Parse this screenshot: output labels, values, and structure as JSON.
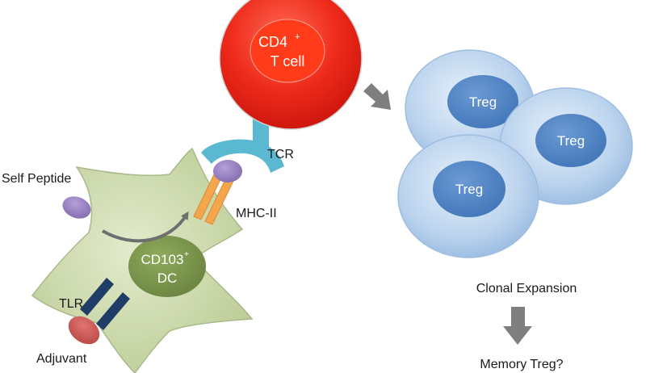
{
  "labels": {
    "cd4_main": "CD4",
    "cd4_sup": "+",
    "cd4_line2": "T cell",
    "tcr": "TCR",
    "self_peptide": "Self Peptide",
    "mhc": "MHC-II",
    "dc_main": "CD103",
    "dc_sup": "+",
    "dc_line2": "DC",
    "tlr": "TLR",
    "adjuvant": "Adjuvant",
    "treg_1": "Treg",
    "treg_2": "Treg",
    "treg_3": "Treg",
    "clonal_expansion": "Clonal Expansion",
    "memory_treg": "Memory Treg?"
  },
  "colors": {
    "tcell": "#e8261a",
    "tcell_nucleus": "#ff3b1a",
    "treg": "#b8d3ee",
    "treg_nucleus": "#4f86c6",
    "dc": "#c6d5a3",
    "dc_nucleus": "#77934a",
    "tcr": "#5bb8d1",
    "mhc": "#f3a64c",
    "peptide": "#9b82c4",
    "tlr": "#1f3d66",
    "adjuvant": "#cc5955",
    "arrow": "#7f7f7f"
  }
}
